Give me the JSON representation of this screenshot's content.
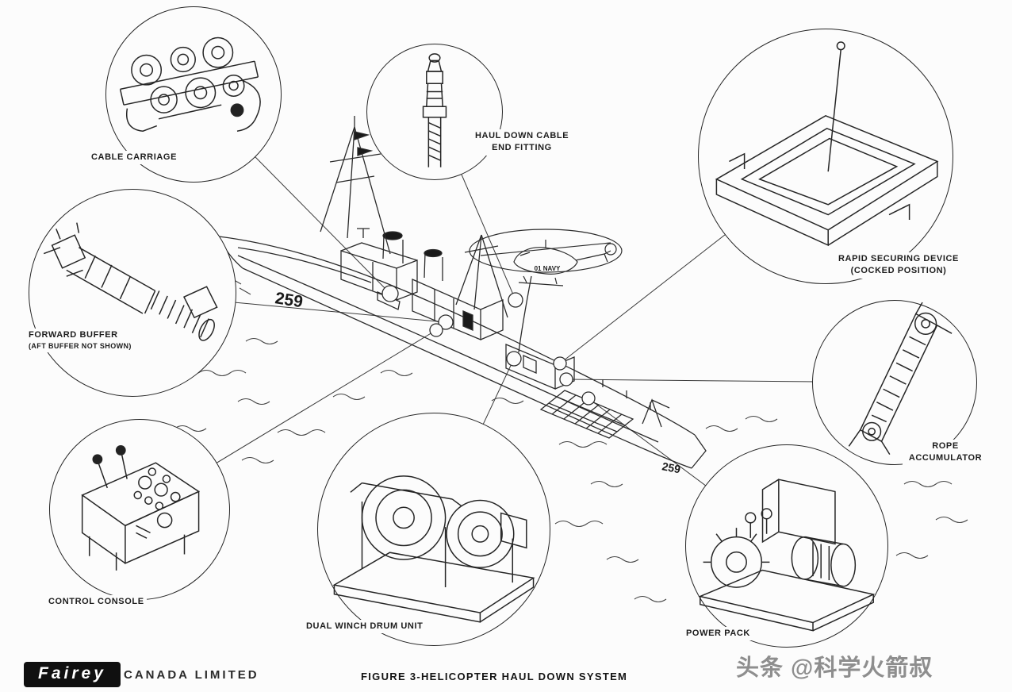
{
  "figure": {
    "caption": "FIGURE 3-HELICOPTER HAUL DOWN SYSTEM",
    "brand": "Fairey",
    "company": "CANADA LIMITED",
    "watermark": "头条 @科学火箭叔"
  },
  "ship": {
    "hull_number": "259",
    "helicopter_marking": "01 NAVY"
  },
  "callouts": [
    {
      "name": "cable-carriage",
      "line1": "CABLE CARRIAGE"
    },
    {
      "name": "haul-down-cable-end-fitting",
      "line1": "HAUL DOWN CABLE",
      "line2": "END FITTING"
    },
    {
      "name": "rapid-securing-device",
      "line1": "RAPID SECURING DEVICE",
      "line2": "(COCKED POSITION)"
    },
    {
      "name": "forward-buffer",
      "line1": "FORWARD BUFFER",
      "line2": "(AFT BUFFER NOT SHOWN)"
    },
    {
      "name": "rope-accumulator",
      "line1": "ROPE",
      "line2": "ACCUMULATOR"
    },
    {
      "name": "control-console",
      "line1": "CONTROL CONSOLE"
    },
    {
      "name": "dual-winch-drum-unit",
      "line1": "DUAL WINCH DRUM UNIT"
    },
    {
      "name": "power-pack",
      "line1": "POWER PACK"
    }
  ],
  "colors": {
    "ink": "#262626",
    "paper": "#fcfcfc",
    "watermark_gray": "#8e8e8e"
  }
}
